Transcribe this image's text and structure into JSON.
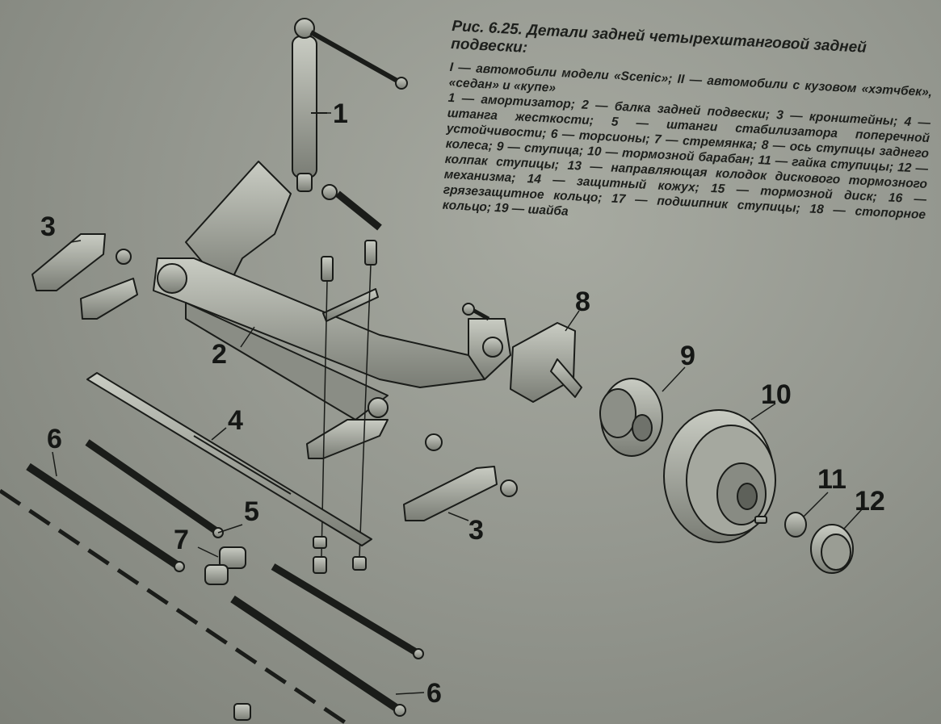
{
  "caption": {
    "title": "Рис. 6.25. Детали задней четырехштанговой задней подвески:",
    "variants": "I — автомобили модели «Scenic»; II — автомобили с кузовом «хэтчбек», «седан» и «купе»",
    "legend": "1 — амортизатор; 2 — балка задней подвески; 3 — кронштейны; 4 — штанга жесткости; 5 — штанги стабилизатора поперечной устойчивости; 6 — торсионы; 7 — стремянка; 8 — ось ступицы заднего колеса; 9 — ступица; 10 — тормозной барабан; 11 — гайка ступицы; 12 — колпак ступицы; 13 — направляющая колодок дискового тормозного механизма; 14 — защитный кожух; 15 — тормозной диск; 16 — грязезащитное кольцо; 17 — подшипник ступицы; 18 — стопорное кольцо; 19 — шайба"
  },
  "callouts": {
    "shock_absorber": "1",
    "beam": "2",
    "bracket_left": "3",
    "bracket_right": "3",
    "stiffener_bar": "4",
    "stabilizer_bars": "5",
    "torsion_left": "6",
    "torsion_right": "6",
    "clamp": "7",
    "hub_axle": "8",
    "hub": "9",
    "brake_drum": "10",
    "hub_nut": "11",
    "hub_cap": "12"
  }
}
